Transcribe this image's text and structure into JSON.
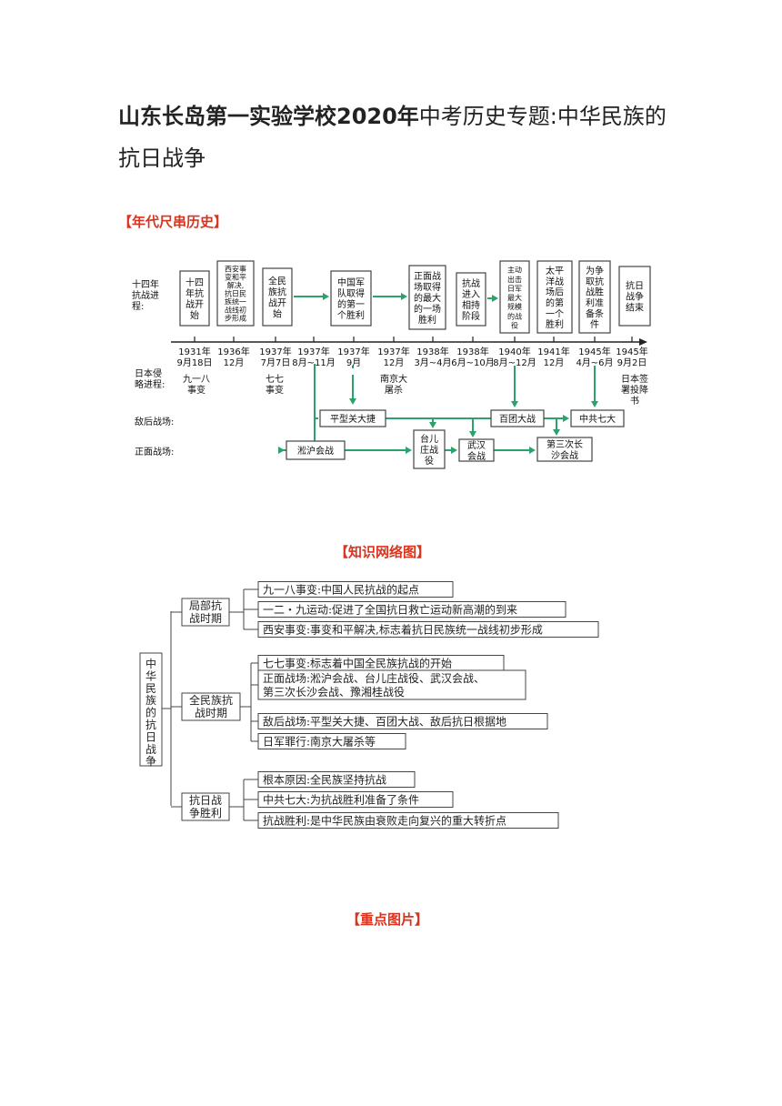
{
  "title": {
    "bold": "山东长岛第一实验学校2020年",
    "rest": "中考历史专题:中华民族的抗日战争"
  },
  "sections": {
    "timeline": "【年代尺串历史】",
    "network": "【知识网络图】",
    "pictures": "【重点图片】"
  },
  "timeline": {
    "row_labels": {
      "resistance": [
        "十四年",
        "抗战进",
        "程:"
      ],
      "japan": [
        "日本侵",
        "略进程:"
      ],
      "rear": "敌后战场:",
      "front": "正面战场:"
    },
    "stages": [
      [
        "十四",
        "年抗",
        "战开",
        "始"
      ],
      [
        "西安事",
        "变和平",
        "解决,",
        "抗日民",
        "族统一",
        "战线初",
        "步形成"
      ],
      [
        "全民",
        "族抗",
        "战开",
        "始"
      ],
      [
        "中国军",
        "队取得",
        "的第一",
        "个胜利"
      ],
      [
        "正面战",
        "场取得",
        "的最大",
        "的一场",
        "胜利"
      ],
      [
        "抗战",
        "进入",
        "相持",
        "阶段"
      ],
      [
        "主动",
        "出击",
        "日军",
        "最大",
        "规模",
        "的战",
        "役"
      ],
      [
        "太平",
        "洋战",
        "场后",
        "的第",
        "一个",
        "胜利"
      ],
      [
        "为争",
        "取抗",
        "战胜",
        "利准",
        "备条",
        "件"
      ],
      [
        "抗日",
        "战争",
        "结束"
      ]
    ],
    "dates": [
      [
        "1931年",
        "9月18日"
      ],
      [
        "1936年",
        "12月"
      ],
      [
        "1937年",
        "7月7日"
      ],
      [
        "1937年",
        "8月~11月"
      ],
      [
        "1937年",
        "9月"
      ],
      [
        "1937年",
        "12月"
      ],
      [
        "1938年",
        "3月~4月"
      ],
      [
        "1938年",
        "6月~10月"
      ],
      [
        "1940年",
        "8月~12月"
      ],
      [
        "1941年",
        "12月"
      ],
      [
        "1945年",
        "4月~6月"
      ],
      [
        "1945年",
        "9月2日"
      ]
    ],
    "japan_events": [
      [
        "九一八",
        "事变"
      ],
      [
        "七七",
        "事变"
      ],
      [
        "南京大",
        "屠杀"
      ],
      [
        "日本签",
        "署投降",
        "书"
      ]
    ],
    "rear_battles": [
      "平型关大捷",
      "百团大战",
      "中共七大"
    ],
    "front_battles": [
      [
        "淞沪会战"
      ],
      [
        "台儿",
        "庄战",
        "役"
      ],
      [
        "武汉",
        "会战"
      ],
      [
        "第三次长",
        "沙会战"
      ]
    ]
  },
  "network": {
    "root": [
      "中",
      "华",
      "民",
      "族",
      "的",
      "抗",
      "日",
      "战",
      "争"
    ],
    "branches": [
      {
        "label": [
          "局部抗",
          "战时期"
        ],
        "items": [
          [
            "九一八事变:中国人民抗战的起点"
          ],
          [
            "一二・九运动:促进了全国抗日救亡运动新高潮的到来"
          ],
          [
            "西安事变:事变和平解决,标志着抗日民族统一战线初步形成"
          ]
        ]
      },
      {
        "label": [
          "全民族抗",
          "战时期"
        ],
        "items": [
          [
            "七七事变:标志着中国全民族抗战的开始"
          ],
          [
            "正面战场:淞沪会战、台儿庄战役、武汉会战、",
            "第三次长沙会战、豫湘桂战役"
          ],
          [
            "敌后战场:平型关大捷、百团大战、敌后抗日根据地"
          ],
          [
            "日军罪行:南京大屠杀等"
          ]
        ]
      },
      {
        "label": [
          "抗日战",
          "争胜利"
        ],
        "items": [
          [
            "根本原因:全民族坚持抗战"
          ],
          [
            "中共七大:为抗战胜利准备了条件"
          ],
          [
            "抗战胜利:是中华民族由衰败走向复兴的重大转折点"
          ]
        ]
      }
    ]
  }
}
